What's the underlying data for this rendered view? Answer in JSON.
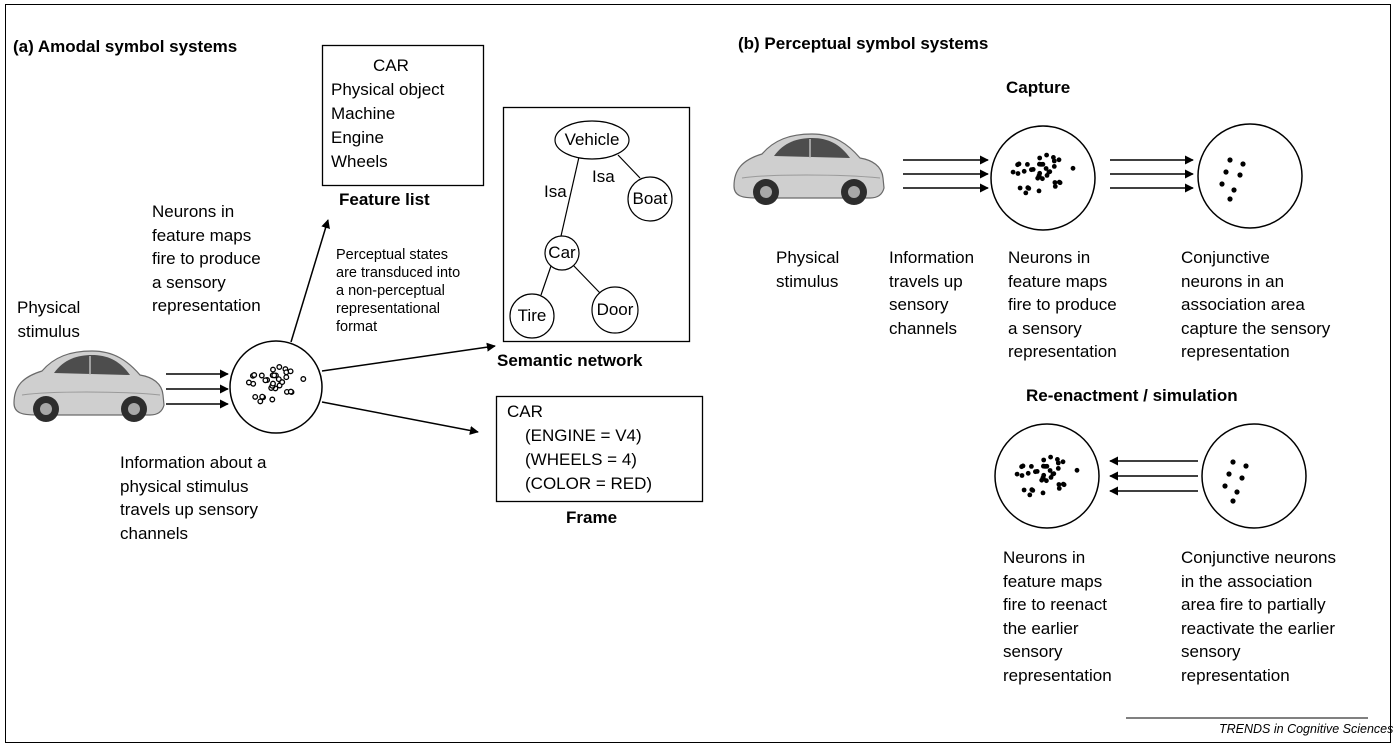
{
  "panel_a": {
    "title": "(a) Amodal symbol systems",
    "stimulus_label": "Physical\nstimulus",
    "neurons_text": "Neurons in\nfeature maps\nfire to produce\na sensory\nrepresentation",
    "info_text": "Information about a\nphysical stimulus\ntravels up sensory\nchannels",
    "transduce_text": "Perceptual states\nare transduced into\na non-perceptual\nrepresentational\nformat",
    "feature_list": {
      "items": [
        "CAR",
        "Physical object",
        "Machine",
        "Engine",
        "Wheels"
      ],
      "caption": "Feature list"
    },
    "semantic_network": {
      "nodes": {
        "vehicle": "Vehicle",
        "boat": "Boat",
        "car": "Car",
        "tire": "Tire",
        "door": "Door"
      },
      "edge_labels": {
        "isa_car": "Isa",
        "isa_boat": "Isa"
      },
      "caption": "Semantic network"
    },
    "frame": {
      "lines": [
        "CAR",
        "(ENGINE = V4)",
        "(WHEELS = 4)",
        "(COLOR = RED)"
      ],
      "caption": "Frame"
    }
  },
  "panel_b": {
    "title": "(b) Perceptual symbol systems",
    "capture": {
      "heading": "Capture",
      "stimulus_label": "Physical\nstimulus",
      "info_label": "Information\ntravels up\nsensory\nchannels",
      "neurons_label": "Neurons in\nfeature maps\nfire to produce\na sensory\nrepresentation",
      "conjunctive_label": "Conjunctive\nneurons in an\nassociation area\ncapture the sensory\nrepresentation"
    },
    "reenactment": {
      "heading": "Re-enactment / simulation",
      "neurons_label": "Neurons in\nfeature maps\nfire to reenact\nthe earlier\nsensory\nrepresentation",
      "conjunctive_label": "Conjunctive neurons\nin the association\narea fire to partially\nreactivate the earlier\nsensory\nrepresentation"
    }
  },
  "footer": {
    "source": "TRENDS in Cognitive Sciences"
  }
}
